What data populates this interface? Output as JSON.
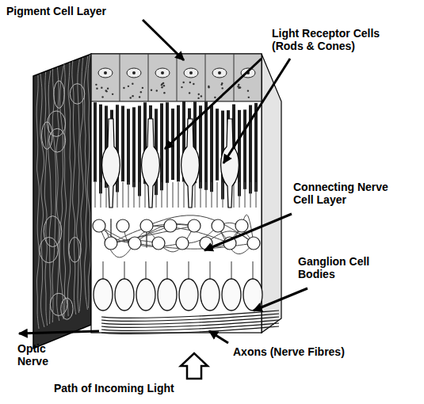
{
  "diagram": {
    "labels": [
      "Pigment Cell Layer",
      "Light Receptor Cells (Rods & Cones)",
      "Connecting Nerve Cell Layer",
      "Ganglion Cell Bodies",
      "Optic Nerve",
      "Axons (Nerve Fibres)",
      "Path of Incoming Light"
    ]
  }
}
